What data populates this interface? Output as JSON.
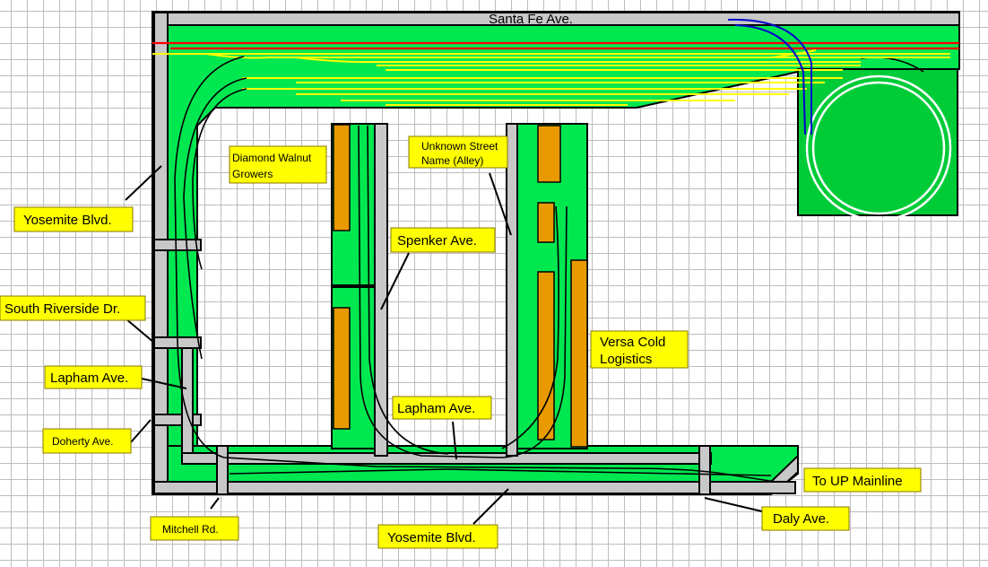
{
  "diagram": {
    "roads": {
      "santa_fe": "Santa Fe Ave."
    },
    "labels": {
      "yosemite_left": "Yosemite Blvd.",
      "south_riverside": "South Riverside Dr.",
      "lapham_left": "Lapham Ave.",
      "doherty": "Doherty Ave.",
      "mitchell": "Mitchell Rd.",
      "yosemite_bottom": "Yosemite Blvd.",
      "daly": "Daly Ave.",
      "to_up": "To UP Mainline",
      "versa_1": "Versa Cold",
      "versa_2": "Logistics",
      "lapham_mid": "Lapham Ave.",
      "spenker": "Spenker Ave.",
      "unknown_1": "Unknown Street",
      "unknown_2": "Name (Alley)",
      "diamond_1": "Diamond Walnut",
      "diamond_2": "Growers"
    },
    "colors": {
      "land": "#00e850",
      "loop_area": "#00cc38",
      "road": "#c8c8c8",
      "industry": "#e89a00",
      "label": "#ffff00",
      "mainline": "#ff0000",
      "yard": "#ffff00",
      "interchange": "#0000cc"
    }
  }
}
